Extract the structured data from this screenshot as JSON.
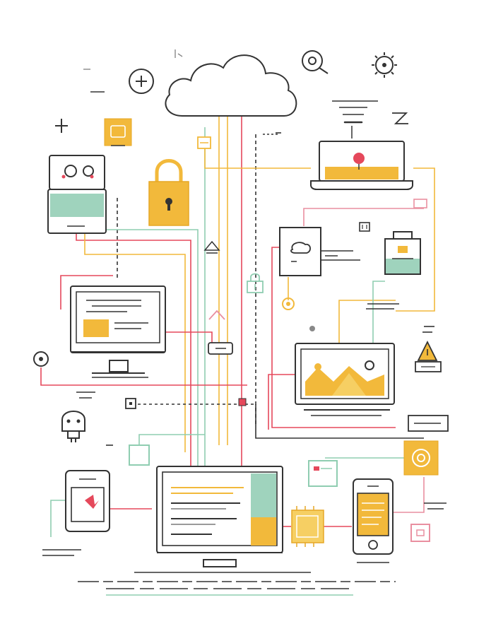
{
  "colors": {
    "outline": "#333333",
    "yellow": "#f2b93b",
    "yellow_light": "#f6cf63",
    "red": "#e5485b",
    "pink": "#e98fa0",
    "mint": "#9fd3bd",
    "mint_line": "#8fcdb1",
    "grey": "#9a9a9a",
    "background": "#ffffff"
  },
  "nodes": [
    {
      "id": "cloud",
      "icon": "cloud-icon"
    },
    {
      "id": "padlock",
      "icon": "padlock-icon"
    },
    {
      "id": "robot-device",
      "icon": "robot-device-icon"
    },
    {
      "id": "small-tile-top-left",
      "icon": "app-tile-icon"
    },
    {
      "id": "laptop",
      "icon": "laptop-icon"
    },
    {
      "id": "monitor-left",
      "icon": "desktop-monitor-icon"
    },
    {
      "id": "hub-box",
      "icon": "hub-box-icon"
    },
    {
      "id": "briefcase",
      "icon": "briefcase-icon"
    },
    {
      "id": "photo-monitor",
      "icon": "photo-monitor-icon"
    },
    {
      "id": "warning-sign",
      "icon": "warning-sign-icon"
    },
    {
      "id": "plug",
      "icon": "plug-icon"
    },
    {
      "id": "tablet",
      "icon": "tablet-icon"
    },
    {
      "id": "main-monitor",
      "icon": "main-monitor-icon"
    },
    {
      "id": "phone",
      "icon": "smartphone-icon"
    },
    {
      "id": "target-tile",
      "icon": "target-tile-icon"
    },
    {
      "id": "chip",
      "icon": "chip-icon"
    },
    {
      "id": "plus-circle",
      "icon": "plus-circle-icon"
    },
    {
      "id": "gear",
      "icon": "gear-icon"
    },
    {
      "id": "webcam",
      "icon": "webcam-icon"
    }
  ]
}
